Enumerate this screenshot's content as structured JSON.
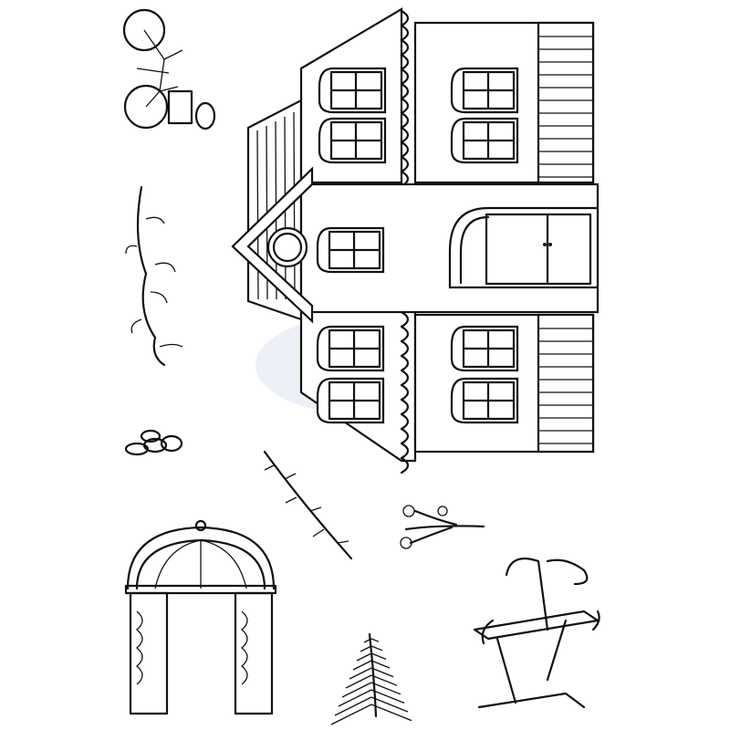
{
  "colors": {
    "background": "#ffffff",
    "ink": "#111111",
    "watermark": "#eef0f7"
  },
  "items": [
    {
      "icon": "house-stamp"
    },
    {
      "icon": "bicycle-stamp"
    },
    {
      "icon": "climbing-vine-stamp"
    },
    {
      "icon": "stones-stamp"
    },
    {
      "icon": "leafy-branch-stamp"
    },
    {
      "icon": "flower-sprig-stamp"
    },
    {
      "icon": "garden-arch-stamp"
    },
    {
      "icon": "fern-stamp"
    },
    {
      "icon": "garden-bench-stamp"
    }
  ]
}
